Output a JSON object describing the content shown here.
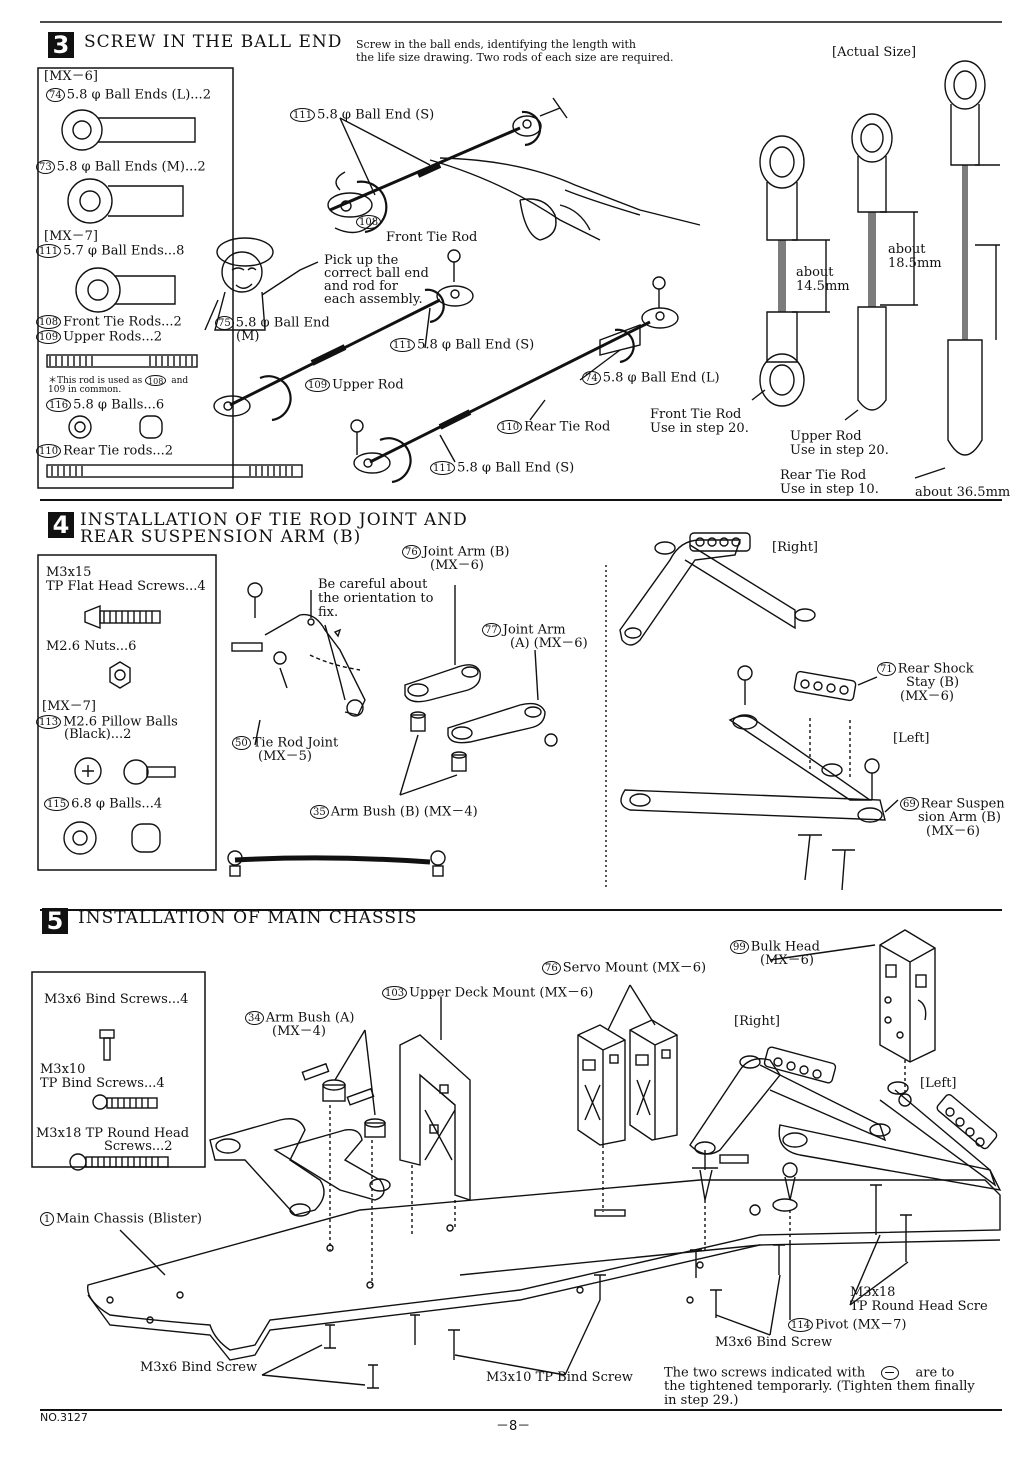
{
  "step3": {
    "number": "3",
    "title": "SCREW IN THE BALL END",
    "instruction_line1": "Screw in the ball ends, identifying the length with",
    "instruction_line2": "the life size drawing. Two rods of each size are required.",
    "actual_size": "[Actual Size]",
    "parts": {
      "mx6": "[MX－6]",
      "p74_num": "74",
      "p74": "5.8 φ Ball Ends (L)...2",
      "p73_num": "73",
      "p73": "5.8 φ Ball Ends (M)...2",
      "mx7": "[MX－7]",
      "p111_num": "111",
      "p111": "5.7 φ Ball Ends...8",
      "p108_num": "108",
      "p108": "Front Tie Rods...2",
      "p109_num": "109",
      "p109": "Upper Rods...2",
      "note_line1": "＊This rod is used as",
      "note_num": "108",
      "note_and": "and",
      "note_line2": "109 in common.",
      "p116_num": "116",
      "p116": "5.8 φ Balls...6",
      "p110_num": "110",
      "p110": "Rear Tie rods...2"
    },
    "labels": {
      "ball_end_s_top_num": "111",
      "ball_end_s_top": "5.8 φ Ball End (S)",
      "front_tie_rod_num": "108",
      "front_tie_rod": "Front Tie Rod",
      "pick_up_1": "Pick up the",
      "pick_up_2": "correct ball end",
      "pick_up_3": "and rod for",
      "pick_up_4": "each assembly.",
      "ball_end_m_num": "75",
      "ball_end_m": "5.8 φ Ball End",
      "ball_end_m_2": "(M)",
      "ball_end_s_mid_num": "111",
      "ball_end_s_mid": "5.8 φ Ball End (S)",
      "upper_rod_num": "109",
      "upper_rod": "Upper Rod",
      "ball_end_l_num": "74",
      "ball_end_l": "5.8 φ Ball End (L)",
      "rear_tie_rod_num": "110",
      "rear_tie_rod": "Rear Tie Rod",
      "ball_end_s_bot_num": "111",
      "ball_end_s_bot": "5.8 φ Ball End (S)",
      "front_tie_use_1": "Front Tie Rod",
      "front_tie_use_2": "Use in step 20.",
      "upper_rod_use_1": "Upper Rod",
      "upper_rod_use_2": "Use in step 20.",
      "rear_tie_use_1": "Rear Tie Rod",
      "rear_tie_use_2": "Use in step 10.",
      "about_145_1": "about",
      "about_145_2": "14.5mm",
      "about_185_1": "about",
      "about_185_2": "18.5mm",
      "about_365": "about 36.5mm"
    }
  },
  "step4": {
    "number": "4",
    "title_line1": "INSTALLATION OF TIE ROD JOINT AND",
    "title_line2": "REAR SUSPENSION ARM (B)",
    "parts": {
      "m3x15": "M3x15",
      "flat_head": "TP Flat Head Screws...4",
      "nuts": "M2.6 Nuts...6",
      "mx7": "[MX－7]",
      "p113_num": "113",
      "p113": "M2.6 Pillow Balls",
      "p113_b": "(Black)...2",
      "p115_num": "115",
      "p115": "6.8 φ Balls...4"
    },
    "labels": {
      "joint_b_num": "76",
      "joint_b": "Joint Arm (B)",
      "joint_b_2": "(MX－6)",
      "careful_1": "Be careful about",
      "careful_2": "the orientation to",
      "careful_3": "fix.",
      "joint_a_num": "77",
      "joint_a": "Joint Arm",
      "joint_a_2": "(A) (MX－6)",
      "tie_rod_joint_num": "50",
      "tie_rod_joint": "Tie Rod Joint",
      "tie_rod_joint_2": "(MX－5)",
      "arm_bush_b_num": "35",
      "arm_bush_b": "Arm Bush (B) (MX－4)",
      "right": "[Right]",
      "rear_shock_num": "71",
      "rear_shock": "Rear Shock",
      "rear_shock_2": "Stay (B)",
      "rear_shock_3": "(MX－6)",
      "left": "[Left]",
      "rear_susp_num": "69",
      "rear_susp": "Rear Suspen",
      "rear_susp_2": "sion Arm (B)",
      "rear_susp_3": "(MX－6)"
    }
  },
  "step5": {
    "number": "5",
    "title": "INSTALLATION OF MAIN CHASSIS",
    "parts": {
      "bind": "M3x6 Bind Screws...4",
      "m3x10": "M3x10",
      "tp_bind": "TP Bind Screws...4",
      "m3x18": "M3x18 TP Round Head",
      "m3x18_2": "Screws...2"
    },
    "labels": {
      "bulk_num": "99",
      "bulk": "Bulk Head",
      "bulk_2": "(MX－6)",
      "servo_num": "76",
      "servo": "Servo Mount (MX－6)",
      "upper_deck_num": "103",
      "upper_deck": "Upper Deck Mount (MX－6)",
      "arm_bush_a_num": "34",
      "arm_bush_a": "Arm Bush (A)",
      "arm_bush_a_2": "(MX－4)",
      "right": "[Right]",
      "left": "[Left]",
      "main_chassis_num": "1",
      "main_chassis": "Main Chassis (Blister)",
      "m3x18_label": "M3x18",
      "tp_round": "TP Round Head Scre",
      "pivot_num": "114",
      "pivot": "Pivot (MX－7)",
      "m3x6_right": "M3x6 Bind Screw",
      "m3x6_left": "M3x6 Bind Screw",
      "m3x10_tp": "M3x10 TP Bind Screw",
      "note_1": "The two screws indicated with",
      "note_1b": "are to",
      "note_2": "the tightened temporarly. (Tighten them finally",
      "note_3": "in step 29.)"
    }
  },
  "footer": {
    "doc_no": "NO.3127",
    "page": "－8－"
  }
}
